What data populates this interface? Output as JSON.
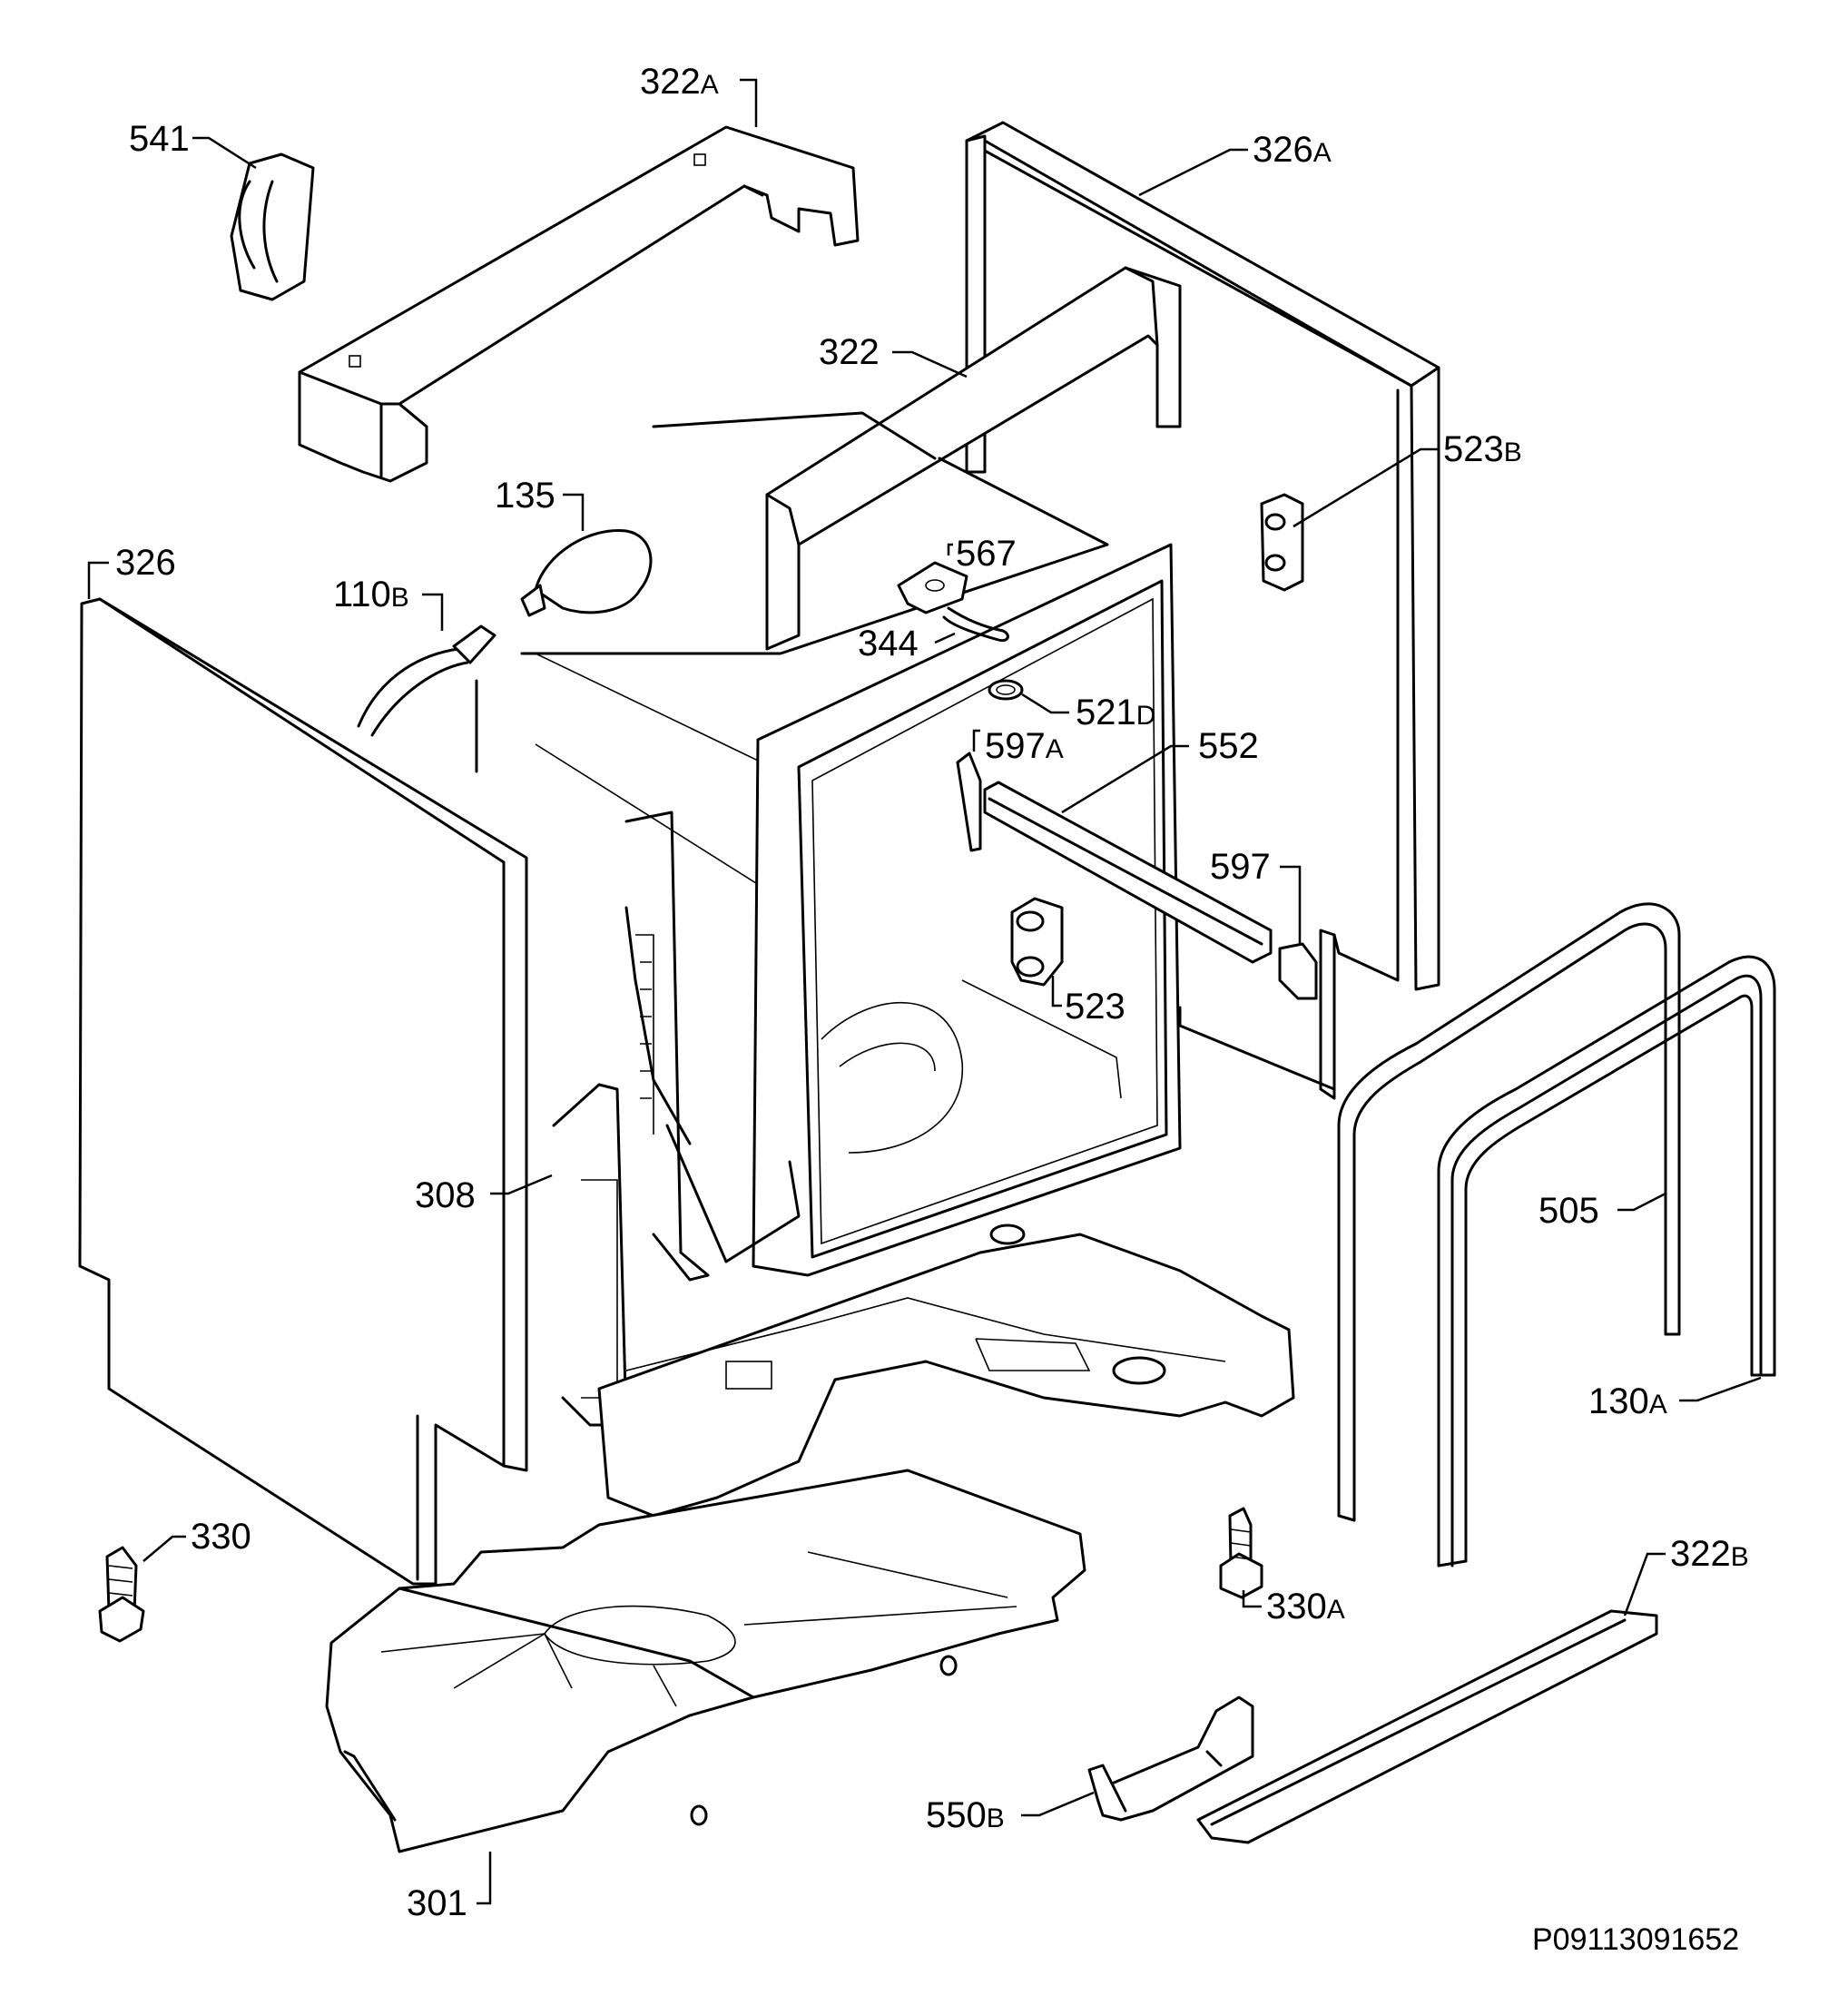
{
  "drawing_number": "P09113091652",
  "callouts": [
    {
      "id": "541",
      "num": "541",
      "suffix": ""
    },
    {
      "id": "322A",
      "num": "322",
      "suffix": "A"
    },
    {
      "id": "326A",
      "num": "326",
      "suffix": "A"
    },
    {
      "id": "322",
      "num": "322",
      "suffix": ""
    },
    {
      "id": "523B",
      "num": "523",
      "suffix": "B"
    },
    {
      "id": "135",
      "num": "135",
      "suffix": ""
    },
    {
      "id": "567",
      "num": "567",
      "suffix": ""
    },
    {
      "id": "326",
      "num": "326",
      "suffix": ""
    },
    {
      "id": "110B",
      "num": "110",
      "suffix": "B"
    },
    {
      "id": "344",
      "num": "344",
      "suffix": ""
    },
    {
      "id": "521D",
      "num": "521",
      "suffix": "D"
    },
    {
      "id": "597A",
      "num": "597",
      "suffix": "A"
    },
    {
      "id": "552",
      "num": "552",
      "suffix": ""
    },
    {
      "id": "597",
      "num": "597",
      "suffix": ""
    },
    {
      "id": "523",
      "num": "523",
      "suffix": ""
    },
    {
      "id": "308",
      "num": "308",
      "suffix": ""
    },
    {
      "id": "505",
      "num": "505",
      "suffix": ""
    },
    {
      "id": "130A",
      "num": "130",
      "suffix": "A"
    },
    {
      "id": "330",
      "num": "330",
      "suffix": ""
    },
    {
      "id": "330A",
      "num": "330",
      "suffix": "A"
    },
    {
      "id": "322B",
      "num": "322",
      "suffix": "B"
    },
    {
      "id": "550B",
      "num": "550",
      "suffix": "B"
    },
    {
      "id": "301",
      "num": "301",
      "suffix": ""
    }
  ]
}
